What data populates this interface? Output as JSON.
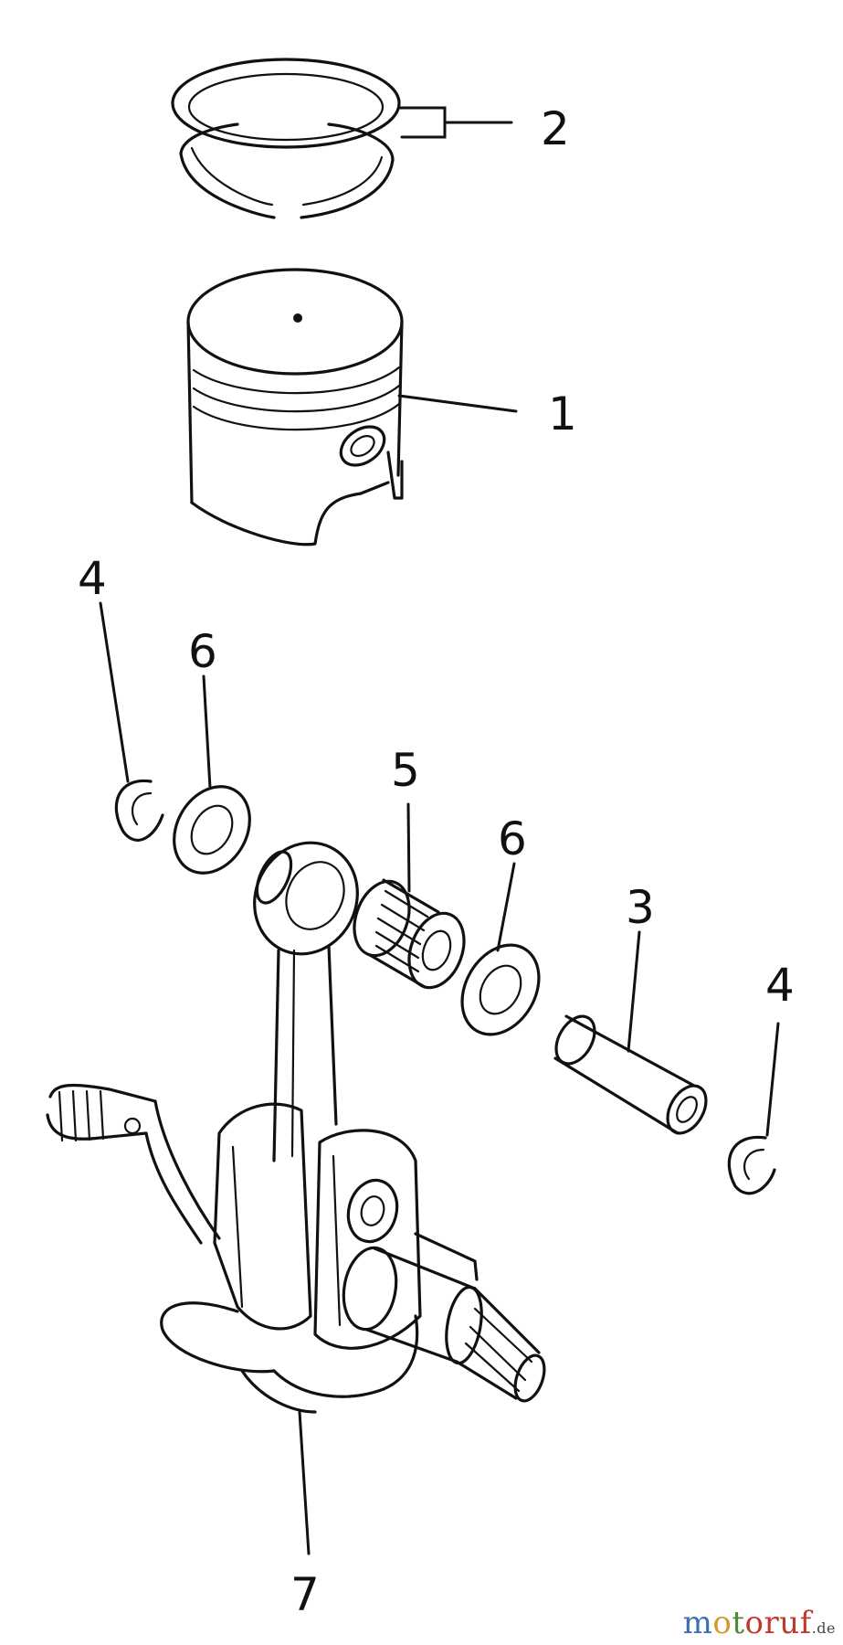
{
  "callouts": {
    "piston": "1",
    "piston_rings": "2",
    "piston_pin": "3",
    "circlip_left": "4",
    "circlip_right": "4",
    "needle_bearing": "5",
    "washer_left": "6",
    "washer_right": "6",
    "crankshaft": "7"
  },
  "watermark": {
    "m": "m",
    "o": "o",
    "t": "t",
    "rest": "oruf",
    "tld": ".de"
  },
  "colors": {
    "ink": "#111111",
    "background": "#ffffff",
    "wm_blue": "#3a6fb0",
    "wm_orange": "#d39a2a",
    "wm_green": "#4a8b3a",
    "wm_red": "#c0392b"
  }
}
